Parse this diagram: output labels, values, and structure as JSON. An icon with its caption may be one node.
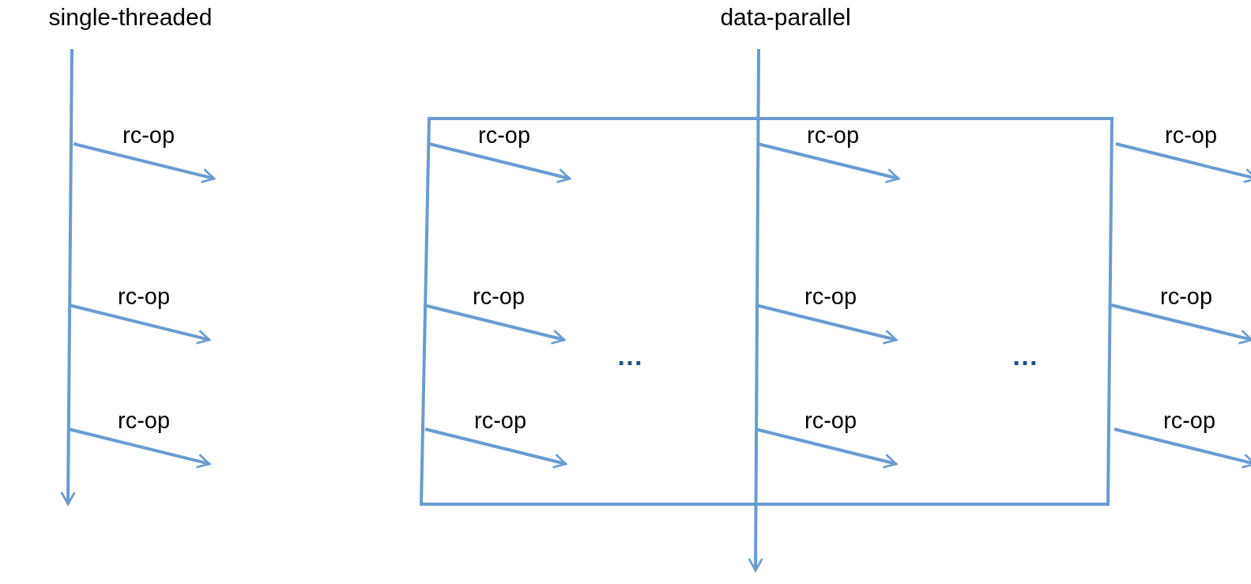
{
  "diagram": {
    "nodes": [
      {
        "text": [
          "single-threaded"
        ]
      },
      {
        "text": [
          "data-parallel"
        ]
      }
    ],
    "edges": [
      {
        "from": 0,
        "to": null,
        "arrow": "to"
      },
      {
        "from": 1,
        "to": null,
        "arrow": "to"
      }
    ],
    "labels": [
      "rc-op",
      "rc-op",
      "rc-op",
      "rc-op",
      "rc-op",
      "rc-op",
      "rc-op",
      "…",
      "rc-op",
      "…",
      "rc-op",
      "rc-op",
      "rc-op",
      "rc-op"
    ]
  }
}
